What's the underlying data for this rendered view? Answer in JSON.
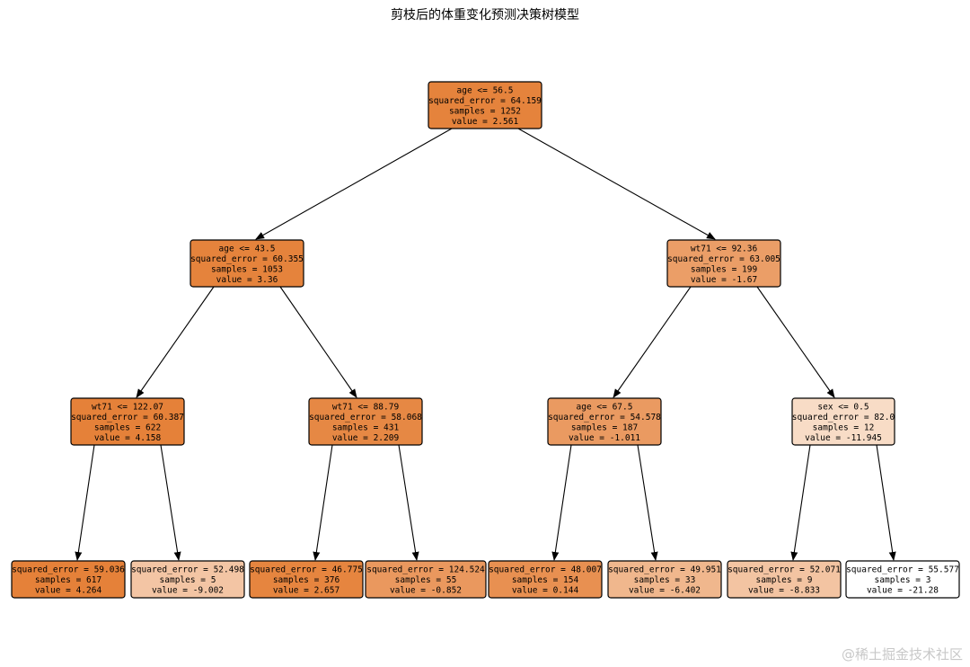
{
  "title": "剪枝后的体重变化预测决策树模型",
  "watermark": "@稀土掘金技术社区",
  "nodes": [
    {
      "id": "n0",
      "lines": [
        "age <= 56.5",
        "squared_error = 64.159",
        "samples = 1252",
        "value = 2.561"
      ],
      "fill": "#e5833c"
    },
    {
      "id": "n1",
      "lines": [
        "age <= 43.5",
        "squared_error = 60.355",
        "samples = 1053",
        "value = 3.36"
      ],
      "fill": "#e5833c"
    },
    {
      "id": "n2",
      "lines": [
        "wt71 <= 92.36",
        "squared_error = 63.005",
        "samples = 199",
        "value = -1.67"
      ],
      "fill": "#eb9e67"
    },
    {
      "id": "n3",
      "lines": [
        "wt71 <= 122.07",
        "squared_error = 60.387",
        "samples = 622",
        "value = 4.158"
      ],
      "fill": "#e58139"
    },
    {
      "id": "n4",
      "lines": [
        "wt71 <= 88.79",
        "squared_error = 58.068",
        "samples = 431",
        "value = 2.209"
      ],
      "fill": "#e68844"
    },
    {
      "id": "n5",
      "lines": [
        "age <= 67.5",
        "squared_error = 54.578",
        "samples = 187",
        "value = -1.011"
      ],
      "fill": "#ea9a61"
    },
    {
      "id": "n6",
      "lines": [
        "sex <= 0.5",
        "squared_error = 82.0",
        "samples = 12",
        "value = -11.945"
      ],
      "fill": "#f8dcc6"
    },
    {
      "id": "n7",
      "lines": [
        "squared_error = 59.036",
        "samples = 617",
        "value = 4.264"
      ],
      "fill": "#e58139"
    },
    {
      "id": "n8",
      "lines": [
        "squared_error = 52.498",
        "samples = 5",
        "value = -9.002"
      ],
      "fill": "#f3c5a4"
    },
    {
      "id": "n9",
      "lines": [
        "squared_error = 46.775",
        "samples = 376",
        "value = 2.657"
      ],
      "fill": "#e6853f"
    },
    {
      "id": "n10",
      "lines": [
        "squared_error = 124.524",
        "samples = 55",
        "value = -0.852"
      ],
      "fill": "#ea985e"
    },
    {
      "id": "n11",
      "lines": [
        "squared_error = 48.007",
        "samples = 154",
        "value = 0.144"
      ],
      "fill": "#e89051"
    },
    {
      "id": "n12",
      "lines": [
        "squared_error = 49.951",
        "samples = 33",
        "value = -6.402"
      ],
      "fill": "#f0b78d"
    },
    {
      "id": "n13",
      "lines": [
        "squared_error = 52.071",
        "samples = 9",
        "value = -8.833"
      ],
      "fill": "#f3c4a2"
    },
    {
      "id": "n14",
      "lines": [
        "squared_error = 55.577",
        "samples = 3",
        "value = -21.28"
      ],
      "fill": "#ffffff"
    }
  ],
  "edges": [
    [
      "n0",
      "n1"
    ],
    [
      "n0",
      "n2"
    ],
    [
      "n1",
      "n3"
    ],
    [
      "n1",
      "n4"
    ],
    [
      "n2",
      "n5"
    ],
    [
      "n2",
      "n6"
    ],
    [
      "n3",
      "n7"
    ],
    [
      "n3",
      "n8"
    ],
    [
      "n4",
      "n9"
    ],
    [
      "n4",
      "n10"
    ],
    [
      "n5",
      "n11"
    ],
    [
      "n5",
      "n12"
    ],
    [
      "n6",
      "n13"
    ],
    [
      "n6",
      "n14"
    ]
  ]
}
